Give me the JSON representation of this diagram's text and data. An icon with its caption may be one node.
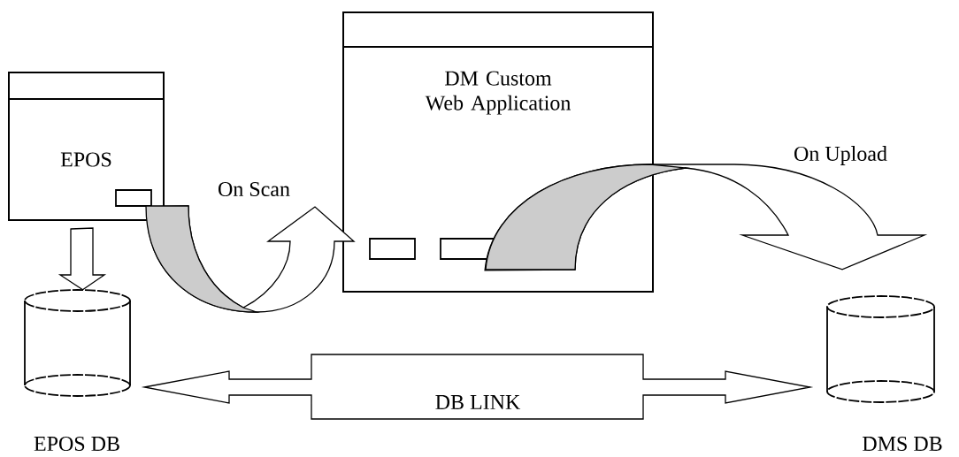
{
  "diagram": {
    "nodes": [
      {
        "text": [
          "EPOS"
        ]
      },
      {
        "text": [],
        "shape": "box",
        "in": 0
      },
      {
        "text": [
          "DM Custom Web Application"
        ]
      },
      {
        "text": [],
        "shape": "box",
        "in": 2
      },
      {
        "text": [],
        "shape": "box",
        "in": 2
      },
      {
        "text": [],
        "shape": "cylinder",
        "beside": [
          "EPOS DB"
        ]
      },
      {
        "text": [],
        "shape": "cylinder",
        "beside": [
          "DMS DB"
        ]
      }
    ],
    "edges": [
      {
        "from": 0,
        "to": 5,
        "arrow": "to"
      },
      {
        "from": 1,
        "to": 2,
        "arrow": "to",
        "label": "On Scan"
      },
      {
        "from": 4,
        "to": 6,
        "arrow": "to",
        "label": "On Upload"
      },
      {
        "from": 5,
        "to": 6,
        "arrow": "both",
        "label": "DB LINK"
      }
    ]
  }
}
